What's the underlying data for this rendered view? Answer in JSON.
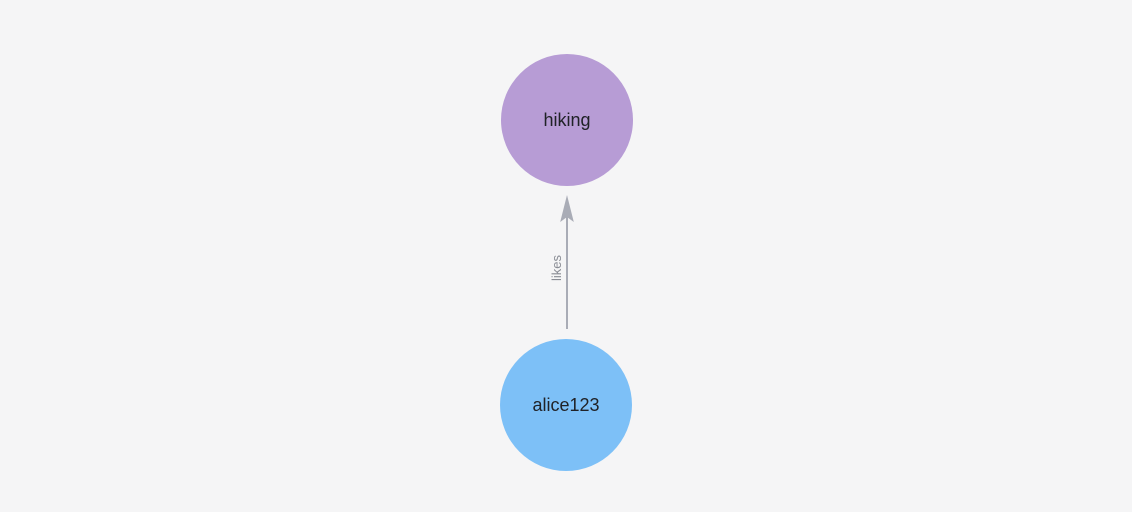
{
  "canvas": {
    "background": "#f5f5f6"
  },
  "graph": {
    "nodes": [
      {
        "id": "hiking",
        "label": "hiking",
        "color": "#b79cd5",
        "label_color": "#202227"
      },
      {
        "id": "alice123",
        "label": "alice123",
        "color": "#7dc0f7",
        "label_color": "#202227"
      }
    ],
    "edges": [
      {
        "from": "alice123",
        "to": "hiking",
        "label": "likes",
        "color": "#a9acb6",
        "label_color": "#8a8d95"
      }
    ]
  }
}
